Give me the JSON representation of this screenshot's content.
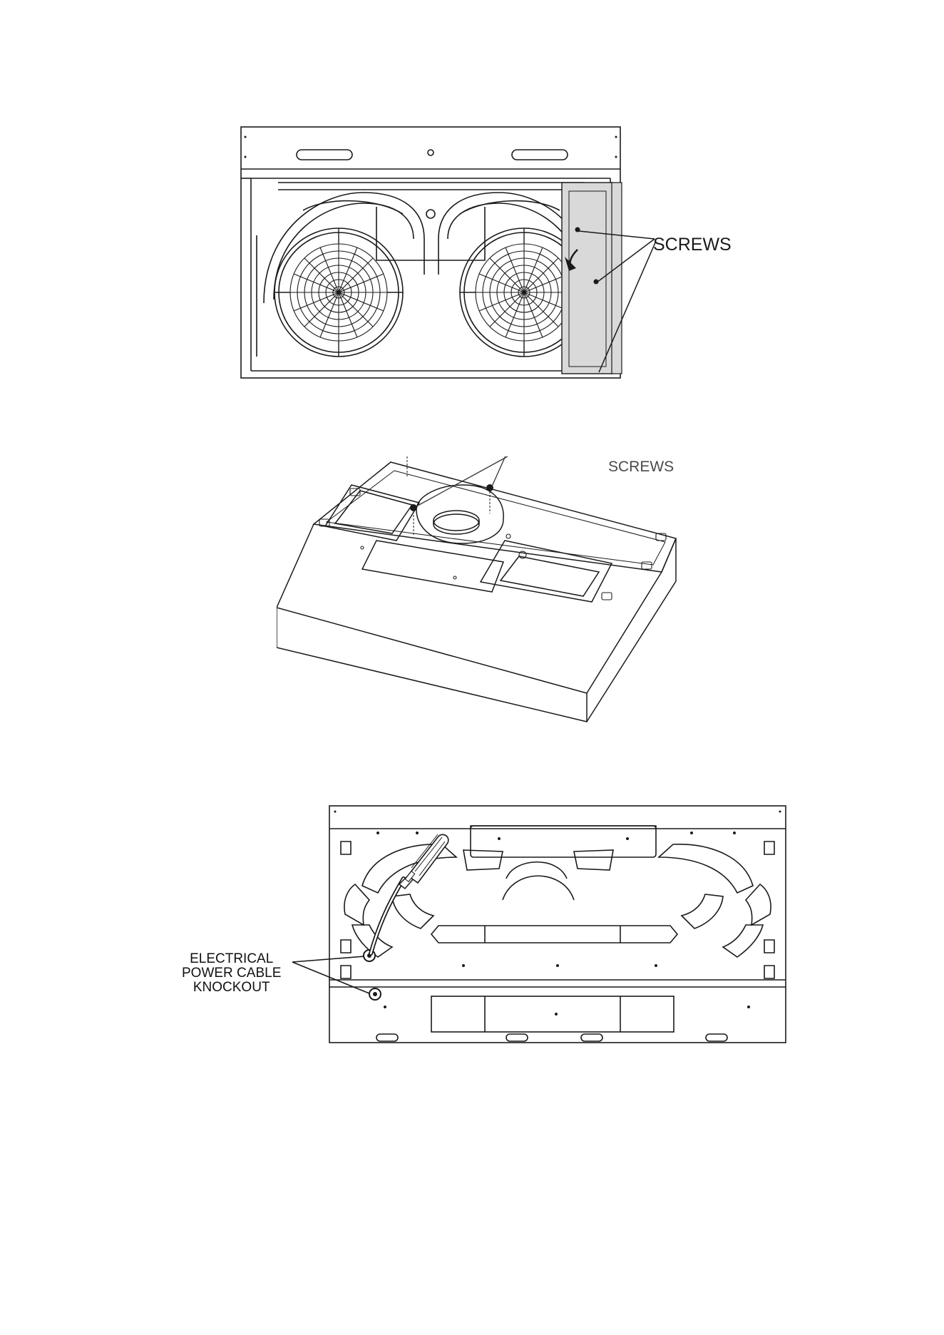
{
  "figures": {
    "fan_removal": {
      "callout": "SCREWS"
    },
    "hood_top": {
      "callout": "SCREWS"
    },
    "bottom_knockout": {
      "callout_lines": [
        "ELECTRICAL",
        "POWER CABLE",
        "KNOCKOUT"
      ]
    }
  },
  "colors": {
    "line": "#1a1a1a",
    "shade": "#d9d9d9",
    "background": "#ffffff"
  }
}
